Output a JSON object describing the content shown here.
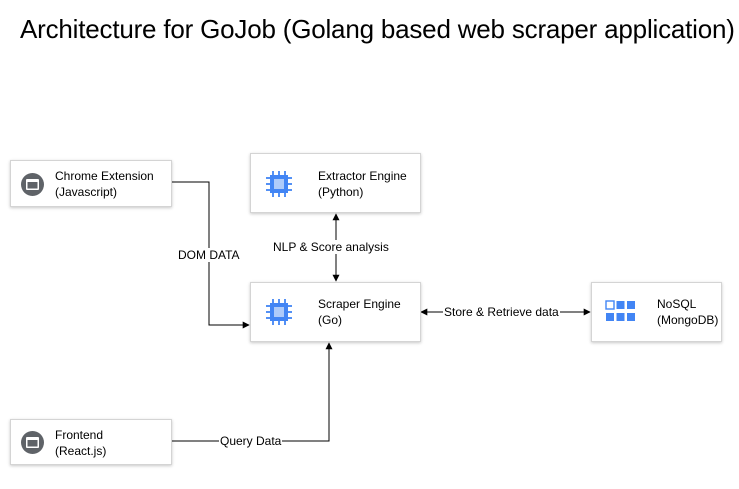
{
  "title": "Architecture for GoJob (Golang based web scraper application)",
  "nodes": {
    "chrome_extension": {
      "line1": "Chrome Extension",
      "line2": "(Javascript)",
      "icon": "browser-window-icon"
    },
    "extractor_engine": {
      "line1": "Extractor Engine",
      "line2": "(Python)",
      "icon": "compute-chip-icon"
    },
    "scraper_engine": {
      "line1": "Scraper Engine",
      "line2": "(Go)",
      "icon": "compute-chip-icon"
    },
    "nosql": {
      "line1": "NoSQL",
      "line2": "(MongoDB)",
      "icon": "database-grid-icon"
    },
    "frontend": {
      "line1": "Frontend",
      "line2": "(React.js)",
      "icon": "browser-window-icon"
    }
  },
  "edges": {
    "dom_data": "DOM DATA",
    "nlp_score": "NLP & Score analysis",
    "store_retrieve": "Store & Retrieve data",
    "query_data": "Query Data"
  },
  "colors": {
    "chip_blue": "#4285f4",
    "chip_light": "#aecbfa",
    "browser_grey": "#5f6368"
  }
}
